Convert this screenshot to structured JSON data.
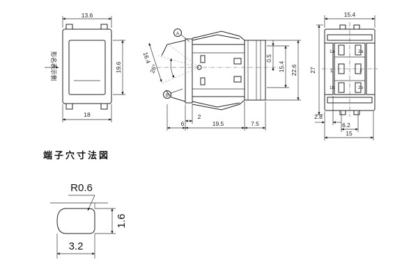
{
  "front_view": {
    "width": "13.6",
    "height": "19.6",
    "bottom_width": "18",
    "side_note": "形名表示側"
  },
  "side_view": {
    "marker_a": "A",
    "marker_b": "B",
    "angle_radius": "16.4",
    "angle": "26°",
    "offset": "0.5",
    "height_inner": "15.4",
    "height_outer": "22.6",
    "depth_front": "6",
    "depth_flange": "2",
    "depth_body": "19.5",
    "depth_terminal": "7.5"
  },
  "rear_view": {
    "width_top": "15.4",
    "height": "27",
    "offset_left": "2.8",
    "pitch": "6.2",
    "width_bottom": "15",
    "terminals": [
      "1a",
      "2a",
      "1",
      "2",
      "1b",
      "2b"
    ]
  },
  "hole_section": {
    "title": "端子穴寸法図",
    "radius": "R0.6",
    "height": "1.6",
    "width": "3.2"
  }
}
